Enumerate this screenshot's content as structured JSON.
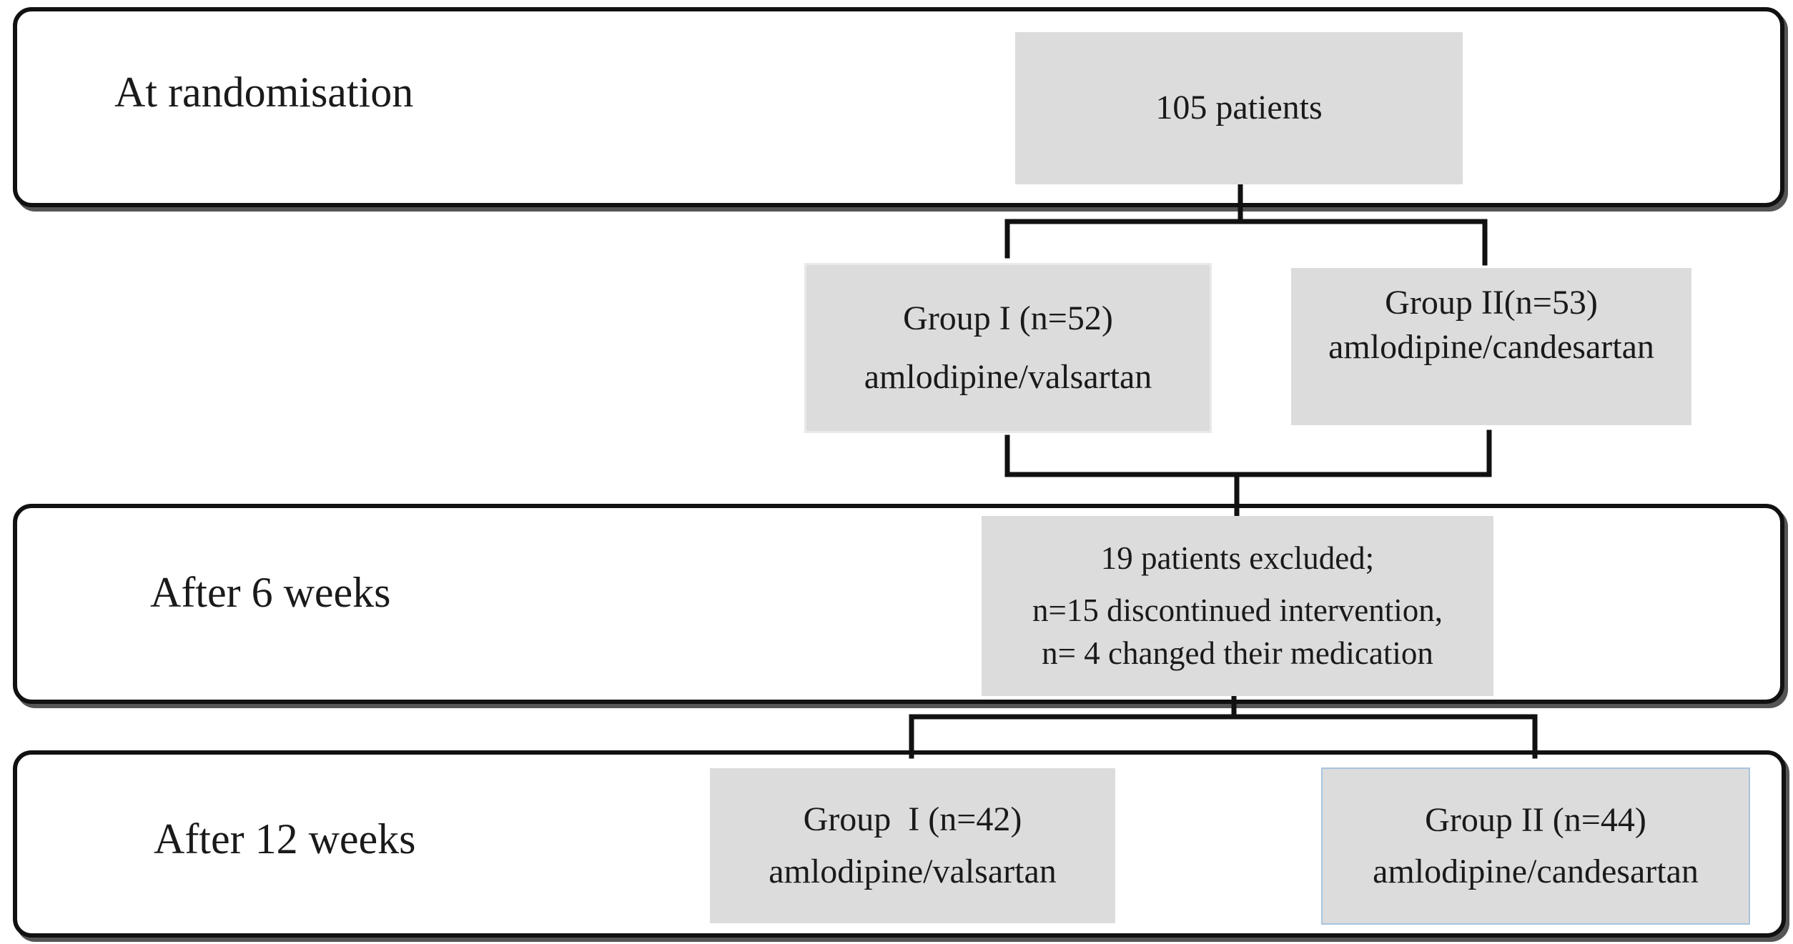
{
  "stages": [
    {
      "label": "At randomisation"
    },
    {
      "label": "After 6 weeks"
    },
    {
      "label": "After 12 weeks"
    }
  ],
  "boxes": {
    "randomised": {
      "text": "105 patients"
    },
    "group1_initial": {
      "line1": "Group I (n=52)",
      "line2": "amlodipine/valsartan"
    },
    "group2_initial": {
      "line1": "Group II(n=53)",
      "line2": "amlodipine/candesartan"
    },
    "excluded": {
      "line1": "19 patients excluded;",
      "line2": "n=15 discontinued intervention,",
      "line3": "n= 4 changed their medication"
    },
    "group1_final": {
      "line1": "Group  I (n=42)",
      "line2": "amlodipine/valsartan"
    },
    "group2_final": {
      "line1": "Group II (n=44)",
      "line2": "amlodipine/candesartan"
    }
  }
}
